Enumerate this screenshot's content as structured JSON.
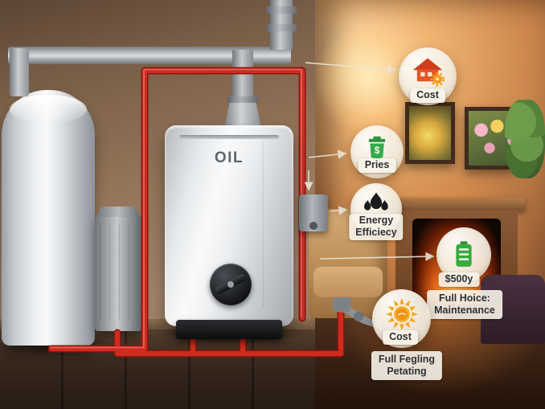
{
  "diagram": {
    "boiler_label": "OIL",
    "callouts": [
      {
        "name": "cost",
        "icon": "house-gear-icon",
        "label": "Cost"
      },
      {
        "name": "prices",
        "icon": "price-bin-icon",
        "label": "Pries"
      },
      {
        "name": "energy-efficiency",
        "icon": "flames-icon",
        "line1": "Energy",
        "line2": "Efficiecy"
      },
      {
        "name": "maintenance",
        "icon": "battery-checklist-icon",
        "value": "$500y",
        "line1": "Full Hoice:",
        "line2": "Maintenance"
      },
      {
        "name": "fueling",
        "icon": "sun-badge-icon",
        "label": "Cost",
        "line1": "Full Fegling",
        "line2": "Petating"
      }
    ]
  },
  "icons": {
    "bin_symbol": "$"
  },
  "colors": {
    "pipe_red": "#d02b1e",
    "pipe_gray": "#9aa0a6",
    "icon_green": "#3aa93f",
    "icon_orange": "#f2a71f",
    "icon_red": "#e35426",
    "flame_black": "#1a1a1e"
  }
}
